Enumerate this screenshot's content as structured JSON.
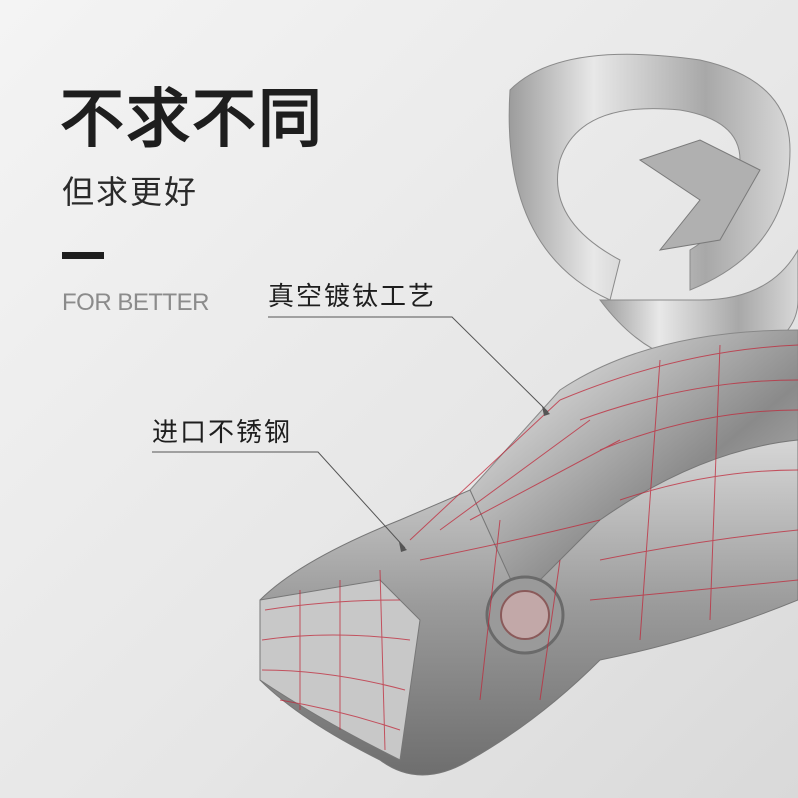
{
  "headline": "不求不同",
  "subheadline": "但求更好",
  "tagline": "FOR BETTER",
  "callouts": {
    "titanium": "真空镀钛工艺",
    "steel": "进口不锈钢"
  }
}
